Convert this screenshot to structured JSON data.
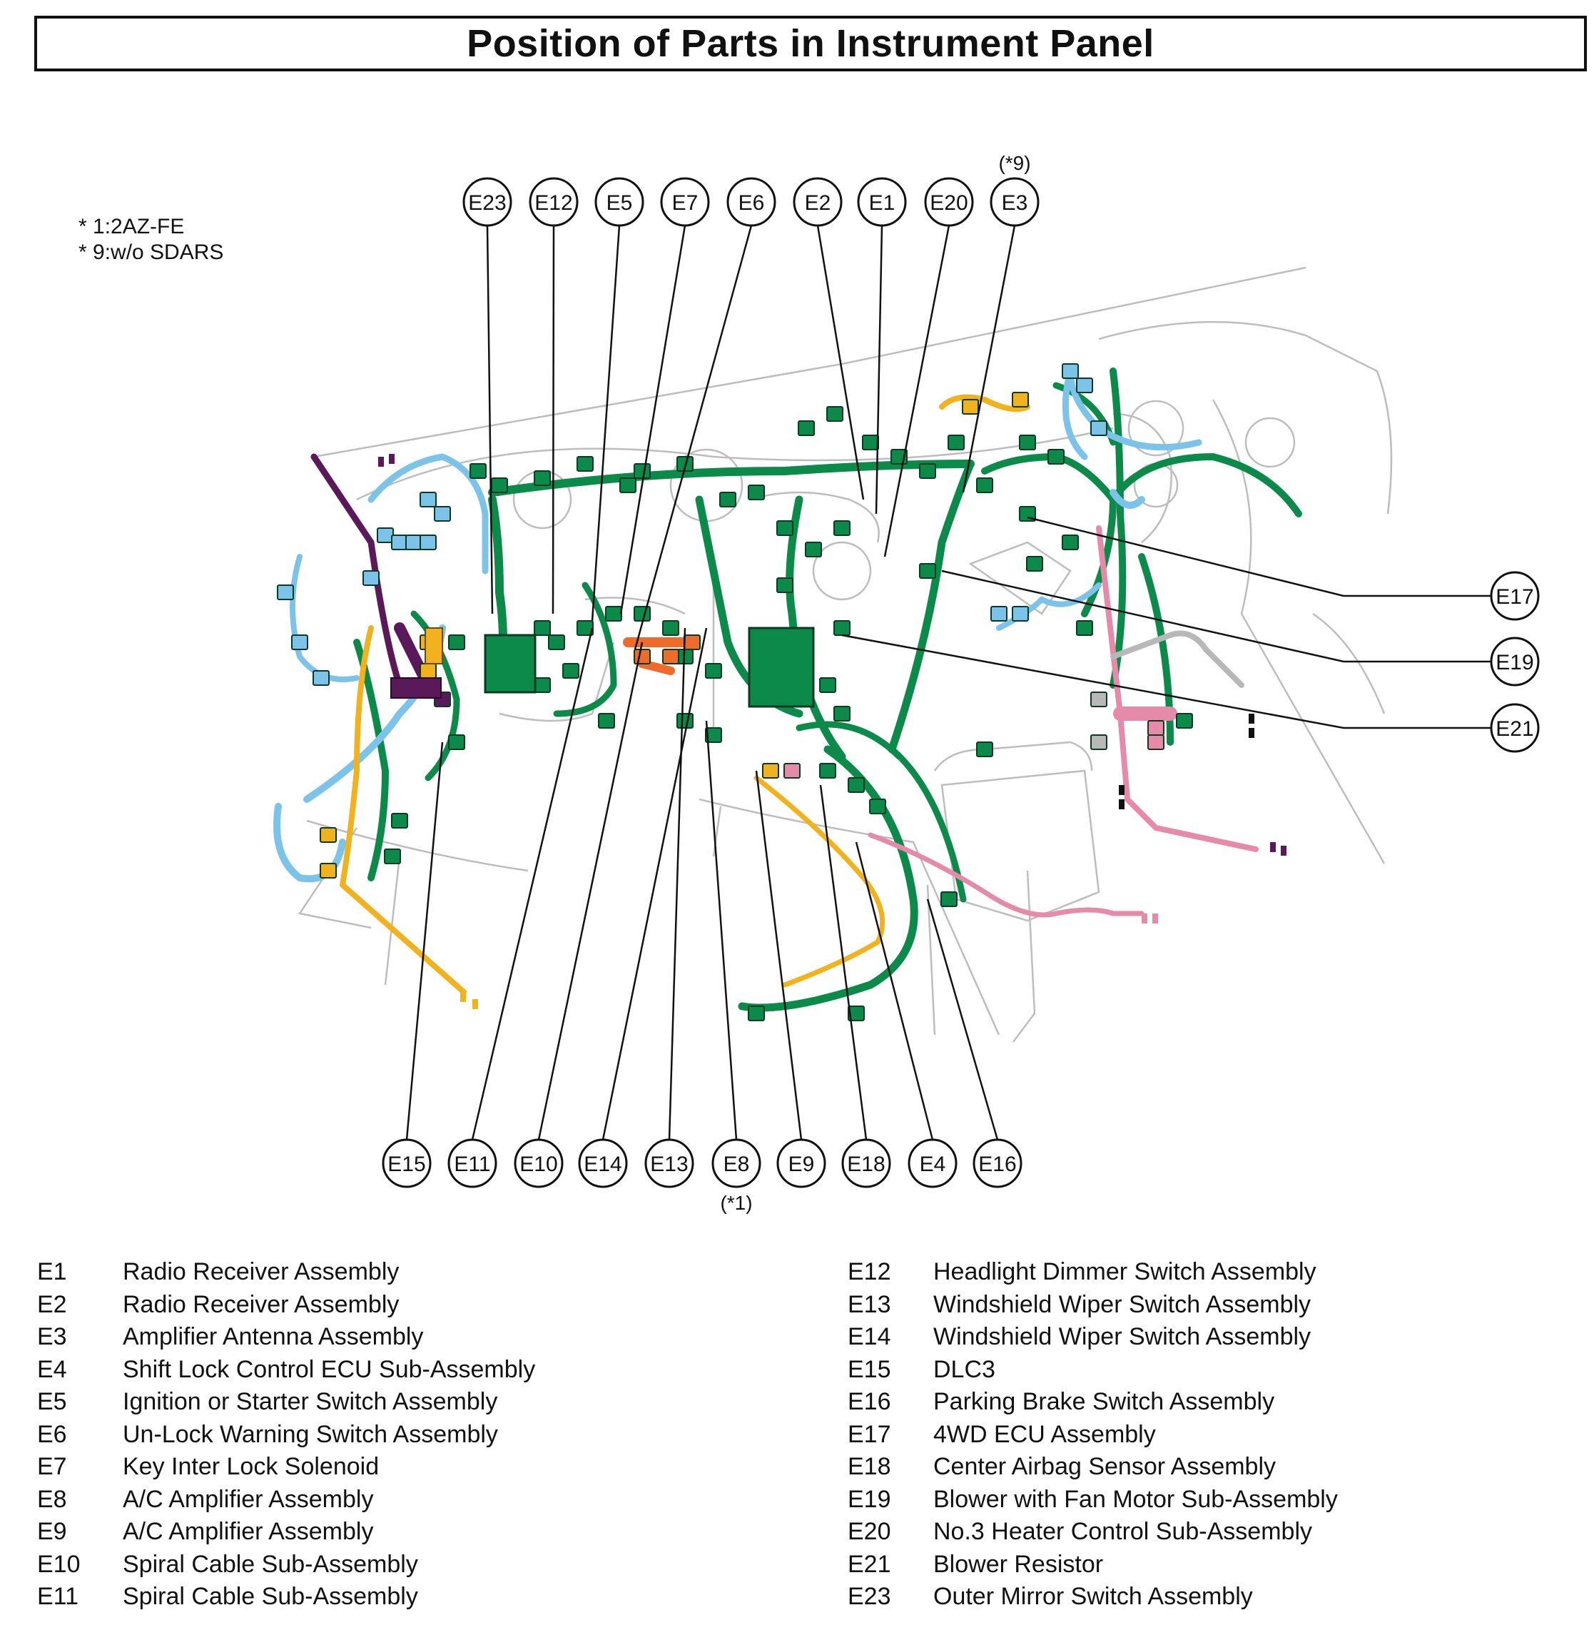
{
  "title": "Position of Parts in Instrument Panel",
  "notes": [
    "* 1:2AZ-FE",
    "* 9:w/o SDARS"
  ],
  "colors": {
    "harness_green": "#0c8a4a",
    "harness_blue": "#7cc3ea",
    "harness_yellow": "#f2b21e",
    "harness_purple": "#5a1a5a",
    "harness_pink": "#e58aa8",
    "harness_orange": "#ef6b2b",
    "harness_gray": "#b8b8b8",
    "outline": "#bdbdbd",
    "callout": "#111111"
  },
  "callouts": {
    "top": [
      "E23",
      "E12",
      "E5",
      "E7",
      "E6",
      "E2",
      "E1",
      "E20",
      "E3"
    ],
    "top_note": "(*9)",
    "right": [
      "E17",
      "E19",
      "E21"
    ],
    "bottom": [
      "E15",
      "E11",
      "E10",
      "E14",
      "E13",
      "E8",
      "E9",
      "E18",
      "E4",
      "E16"
    ],
    "bottom_note": "(*1)"
  },
  "legend_left": [
    {
      "code": "E1",
      "name": "Radio Receiver Assembly"
    },
    {
      "code": "E2",
      "name": "Radio Receiver Assembly"
    },
    {
      "code": "E3",
      "name": "Amplifier Antenna Assembly"
    },
    {
      "code": "E4",
      "name": "Shift Lock Control ECU Sub-Assembly"
    },
    {
      "code": "E5",
      "name": "Ignition or Starter Switch Assembly"
    },
    {
      "code": "E6",
      "name": "Un-Lock Warning Switch Assembly"
    },
    {
      "code": "E7",
      "name": "Key Inter Lock Solenoid"
    },
    {
      "code": "E8",
      "name": "A/C Amplifier Assembly"
    },
    {
      "code": "E9",
      "name": "A/C Amplifier Assembly"
    },
    {
      "code": "E10",
      "name": "Spiral Cable Sub-Assembly"
    },
    {
      "code": "E11",
      "name": "Spiral Cable Sub-Assembly"
    }
  ],
  "legend_right": [
    {
      "code": "E12",
      "name": "Headlight Dimmer Switch Assembly"
    },
    {
      "code": "E13",
      "name": "Windshield Wiper Switch Assembly"
    },
    {
      "code": "E14",
      "name": "Windshield Wiper Switch Assembly"
    },
    {
      "code": "E15",
      "name": "DLC3"
    },
    {
      "code": "E16",
      "name": "Parking Brake Switch Assembly"
    },
    {
      "code": "E17",
      "name": "4WD ECU Assembly"
    },
    {
      "code": "E18",
      "name": "Center Airbag Sensor Assembly"
    },
    {
      "code": "E19",
      "name": "Blower with Fan Motor Sub-Assembly"
    },
    {
      "code": "E20",
      "name": "No.3 Heater Control Sub-Assembly"
    },
    {
      "code": "E21",
      "name": "Blower Resistor"
    },
    {
      "code": "E23",
      "name": "Outer Mirror Switch Assembly"
    }
  ]
}
